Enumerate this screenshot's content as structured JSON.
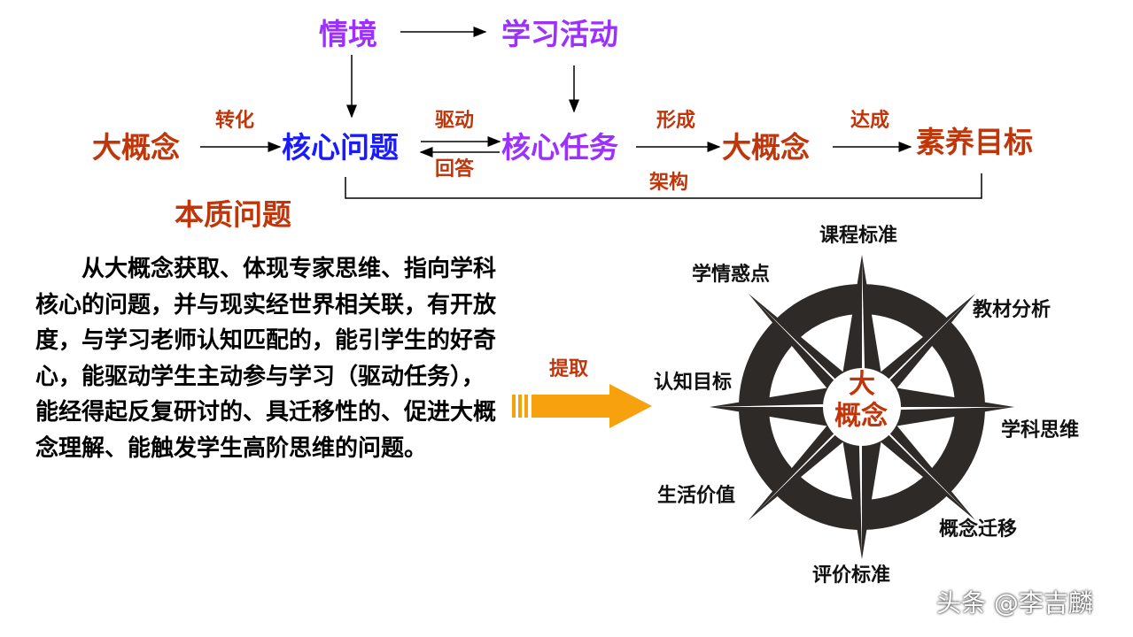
{
  "flow": {
    "situation": "情境",
    "learning_activity": "学习活动",
    "big_concept_left": "大概念",
    "core_question": "核心问题",
    "core_task": "核心任务",
    "big_concept_right": "大概念",
    "literacy_goal": "素养目标",
    "essential_question": "本质问题",
    "edge_transform": "转化",
    "edge_drive": "驱动",
    "edge_answer": "回答",
    "edge_form": "形成",
    "edge_reach": "达成",
    "edge_framework": "架构"
  },
  "paragraph": "从大概念获取、体现专家思维、指向学科核心的问题，并与现实经世界相关联，有开放度，与学习老师认知匹配的，能引学生的好奇心，能驱动学生主动参与学习（驱动任务），能经得起反复研讨的、具迁移性的、促进大概念理解、能触发学生高阶思维的问题。",
  "extract_label": "提取",
  "compass": {
    "center_line1": "大",
    "center_line2": "概念",
    "labels": {
      "top": "课程标准",
      "top_left": "学情惑点",
      "top_right": "教材分析",
      "left": "认知目标",
      "right": "学科思维",
      "bottom_left": "生活价值",
      "bottom_right": "概念迁移",
      "bottom": "评价标准"
    }
  },
  "watermark": "头条 @李吉麟",
  "colors": {
    "purple": "#9b30ff",
    "blue": "#1a1aff",
    "red": "#c0350a",
    "arrow_orange": "#f7a10f",
    "compass_dark": "#2e2a28"
  }
}
